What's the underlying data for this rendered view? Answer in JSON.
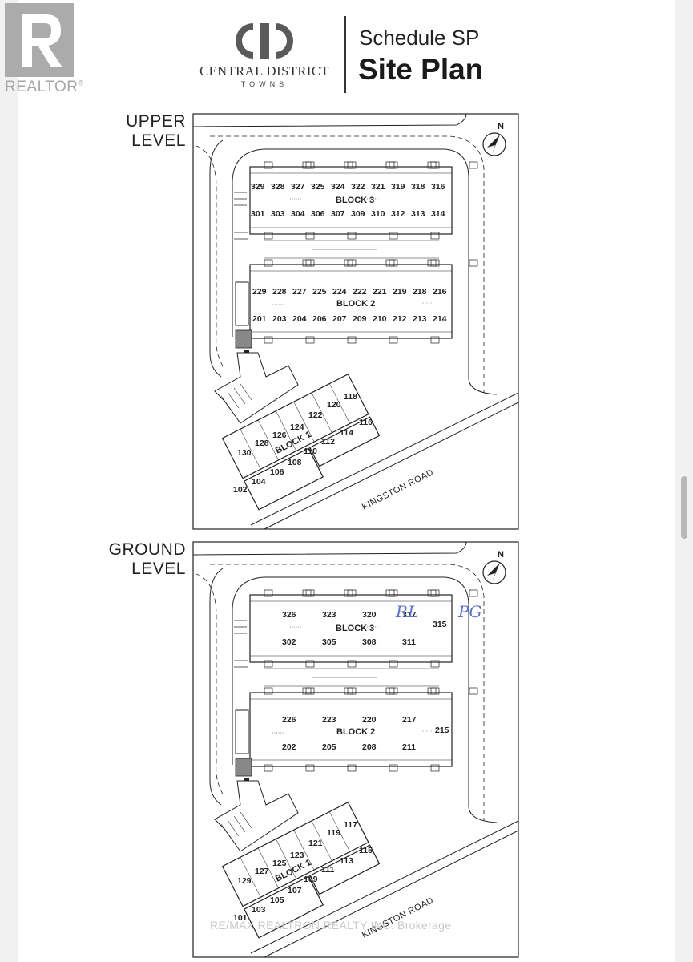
{
  "header": {
    "realtor_logo_text": "REALTOR",
    "realtor_mark": "®",
    "brand_name": "CENTRAL DISTRICT",
    "brand_sub": "TOWNS",
    "schedule": "Schedule SP",
    "title": "Site Plan"
  },
  "upper": {
    "level_line1": "UPPER",
    "level_line2": "LEVEL",
    "north": "N",
    "road": "KINGSTON ROAD",
    "block3_label": "BLOCK 3",
    "block2_label": "BLOCK 2",
    "block1_label": "BLOCK 1",
    "block3_top": [
      "329",
      "328",
      "327",
      "325",
      "324",
      "322",
      "321",
      "319",
      "318",
      "316"
    ],
    "block3_bottom": [
      "301",
      "303",
      "304",
      "306",
      "307",
      "309",
      "310",
      "312",
      "313",
      "314"
    ],
    "block2_top": [
      "229",
      "228",
      "227",
      "225",
      "224",
      "222",
      "221",
      "219",
      "218",
      "216"
    ],
    "block2_bottom": [
      "201",
      "203",
      "204",
      "206",
      "207",
      "209",
      "210",
      "212",
      "213",
      "214"
    ],
    "block1_top": [
      "130",
      "128",
      "126",
      "124",
      "122",
      "120",
      "118"
    ],
    "block1_mid": [
      "110",
      "112",
      "114",
      "116"
    ],
    "block1_bottom": [
      "102",
      "104",
      "106",
      "108"
    ]
  },
  "ground": {
    "level_line1": "GROUND",
    "level_line2": "LEVEL",
    "north": "N",
    "road": "KINGSTON ROAD",
    "block3_label": "BLOCK 3",
    "block2_label": "BLOCK 2",
    "block1_label": "BLOCK 1",
    "block3_top": [
      "326",
      "323",
      "320",
      "317"
    ],
    "block3_bottom": [
      "302",
      "305",
      "308",
      "311"
    ],
    "block3_end": "315",
    "block2_top": [
      "226",
      "223",
      "220",
      "217"
    ],
    "block2_bottom": [
      "202",
      "205",
      "208",
      "211"
    ],
    "block2_end": "215",
    "block1_top": [
      "129",
      "127",
      "125",
      "123",
      "121",
      "119",
      "117"
    ],
    "block1_mid": [
      "109",
      "111",
      "113",
      "115"
    ],
    "block1_bottom": [
      "101",
      "103",
      "105",
      "107"
    ],
    "handwriting_1": "RL",
    "handwriting_2": "PG"
  },
  "watermark": "RE/MAX REALTRON REALTY INC. Brokerage",
  "colors": {
    "ink": "#222222",
    "grey_logo": "#ababab",
    "handwriting": "#5b73c9"
  }
}
